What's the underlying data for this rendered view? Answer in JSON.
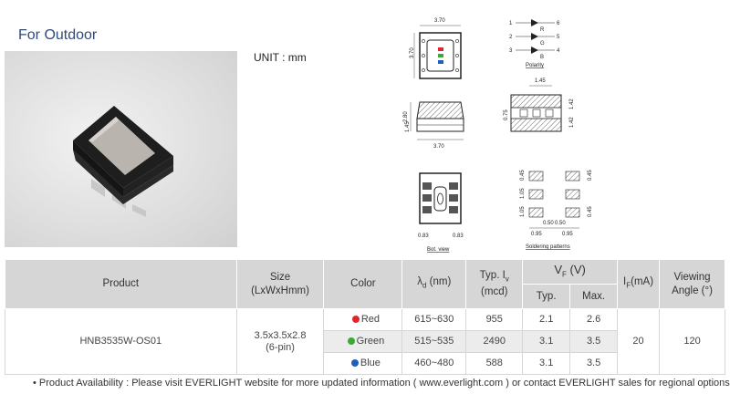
{
  "section_title": "For Outdoor",
  "unit_label": "UNIT : mm",
  "drawings": {
    "top_width_label": "3.70",
    "side_height_label": "3.70",
    "front_width_label": "3.70",
    "front_height_label": "2.80",
    "front_base_label": "1.45",
    "side_top_label": "1.45",
    "side_label_a": "0.75",
    "side_label_b": "1.42",
    "side_label_c": "1.42",
    "solder_label_a": "0.45",
    "solder_label_b": "0.45",
    "solder_label_c": "1.05",
    "solder_label_d": "0.45",
    "solder_label_e": "1.05",
    "solder_label_f": "0.95",
    "solder_label_g": "0.95",
    "solder_label_h": "0.50",
    "solder_label_i": "0.50",
    "bot_label_left": "0.83",
    "bot_label_right": "0.83",
    "caption_polarity": "Polarity",
    "caption_bot": "Bot. view",
    "caption_solder": "Soldering patterns",
    "pin_letters": [
      "R",
      "G",
      "B"
    ],
    "pin_numbers": [
      "1",
      "2",
      "3",
      "4",
      "5",
      "6"
    ]
  },
  "table": {
    "headers": {
      "product": "Product",
      "size": "Size",
      "size_sub": "(LxWxHmm)",
      "color": "Color",
      "wavelength_pre": "λ",
      "wavelength_sub": "d",
      "wavelength_post": " (nm)",
      "typ_iv_pre": "Typ. I",
      "typ_iv_sub": "v",
      "typ_iv_unit": "(mcd)",
      "vf_pre": "V",
      "vf_sub": "F",
      "vf_post": " (V)",
      "vf_typ": "Typ.",
      "vf_max": "Max.",
      "if_pre": "I",
      "if_sub": "F",
      "if_post": "(mA)",
      "viewing": "Viewing",
      "viewing2": "Angle (°)"
    },
    "product": "HNB3535W-OS01",
    "size_line1": "3.5x3.5x2.8",
    "size_line2": "(6-pin)",
    "if_value": "20",
    "viewing_value": "120",
    "rows": [
      {
        "color": "Red",
        "dot": "#e0262c",
        "wavelength": "615~630",
        "iv": "955",
        "vf_typ": "2.1",
        "vf_max": "2.6"
      },
      {
        "color": "Green",
        "dot": "#3aa935",
        "wavelength": "515~535",
        "iv": "2490",
        "vf_typ": "3.1",
        "vf_max": "3.5"
      },
      {
        "color": "Blue",
        "dot": "#1f5fbf",
        "wavelength": "460~480",
        "iv": "588",
        "vf_typ": "3.1",
        "vf_max": "3.5"
      }
    ]
  },
  "footnote": "• Product Availability : Please visit EVERLIGHT website for more updated information ( www.everlight.com ) or contact EVERLIGHT sales for regional options."
}
